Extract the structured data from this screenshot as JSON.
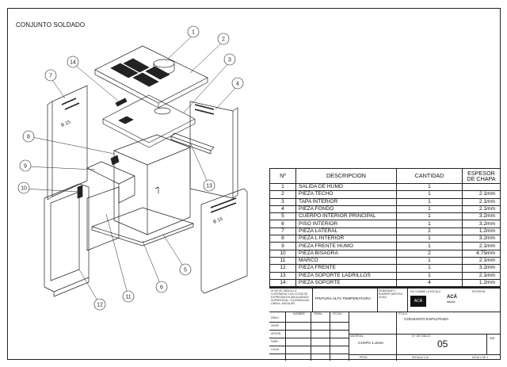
{
  "sheet": {
    "title": "CONJUNTO SOLDADO"
  },
  "balloons": [
    "1",
    "2",
    "3",
    "4",
    "5",
    "6",
    "7",
    "8",
    "9",
    "10",
    "11",
    "12",
    "13",
    "14"
  ],
  "bom": {
    "headers": {
      "n": "Nº",
      "desc": "DESCRIPCION",
      "qty": "CANTIDAD",
      "thk": "ESPESOR DE CHAPA"
    },
    "rows": [
      {
        "n": "1",
        "desc": "SALIDA DE HUMO",
        "qty": "1",
        "thk": ""
      },
      {
        "n": "2",
        "desc": "PIEZA TECHO",
        "qty": "1",
        "thk": "2.1mm"
      },
      {
        "n": "3",
        "desc": "TAPA INTERIOR",
        "qty": "1",
        "thk": "2.1mm"
      },
      {
        "n": "4",
        "desc": "PIEZA FONDO",
        "qty": "1",
        "thk": "2.1mm"
      },
      {
        "n": "5",
        "desc": "CUERPO INTERIOR PRINCIPAL",
        "qty": "1",
        "thk": "3.2mm"
      },
      {
        "n": "6",
        "desc": "PISO INTERIOR",
        "qty": "1",
        "thk": "3.2mm"
      },
      {
        "n": "7",
        "desc": "PIEZA LATERAL",
        "qty": "2",
        "thk": "1.2mm"
      },
      {
        "n": "8",
        "desc": "PIEZA L INTERIOR",
        "qty": "1",
        "thk": "3.2mm"
      },
      {
        "n": "9",
        "desc": "PIEZA FRENTE HUMO",
        "qty": "1",
        "thk": "2.1mm"
      },
      {
        "n": "10",
        "desc": "PIEZA BISAGRA",
        "qty": "2",
        "thk": "4.75mm"
      },
      {
        "n": "11",
        "desc": "MARCO",
        "qty": "1",
        "thk": "2.1mm"
      },
      {
        "n": "12",
        "desc": "PIEZA FRENTE",
        "qty": "1",
        "thk": "3.2mm"
      },
      {
        "n": "13",
        "desc": "PIEZA SOPORTE LADRILLOS",
        "qty": "1",
        "thk": "2.1mm"
      },
      {
        "n": "14",
        "desc": "PIEZA SOPORTE",
        "qty": "4",
        "thk": "1.2mm"
      }
    ]
  },
  "title_block": {
    "note": "SI NO SE INDICA LO CONTRARIO: LAS COTAS SE EXPRESAN EN MM ACABADO SUPERFICIAL: TOLERANCIAS: LINEAL: ANGULAR:",
    "finish": "PINTURA ALTA TEMPERATURA",
    "edges": "REBARBAR Y ROMPER ARISTAS VIVAS",
    "nochange": "NO CAMBIE LA ESCALA",
    "revision": "REVISIÓN",
    "col_nombre": "NOMBRE",
    "col_firma": "FIRMA",
    "col_fecha": "FECHA",
    "rows": [
      "DIBUJ.",
      "VERIF.",
      "APROB.",
      "FABR.",
      "CALID."
    ],
    "titulo_label": "TÍTULO:",
    "titulo": "CONJUNTO EXPLOTADA",
    "material_label": "MATERIAL:",
    "material": "CHAPA 1.2mm",
    "dibujo_label": "N.º DE DIBUJO",
    "dibujo": "05",
    "size": "A3",
    "peso": "PESO:",
    "escala": "ESCALA:1:10",
    "hoja": "HOJA 1 DE 1",
    "logo1": "ACÁ",
    "logo2": "ACÁ",
    "logo2_sub": "diseño"
  }
}
